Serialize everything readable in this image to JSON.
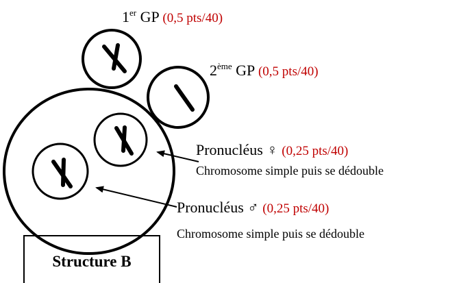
{
  "labels": {
    "gp1_num": "1",
    "gp1_sup": "er",
    "gp1_text": " GP ",
    "gp1_pts": "(0,5 pts/40)",
    "gp2_num": "2",
    "gp2_sup": "ème",
    "gp2_text": " GP ",
    "gp2_pts": "(0,5 pts/40)",
    "pronuc_female": "Pronucléus ♀ ",
    "pronuc_female_pts": "(0,25 pts/40)",
    "pronuc_female_desc": "Chromosome simple puis se dédouble",
    "pronuc_male": "Pronucléus ♂ ",
    "pronuc_male_pts": "(0,25 pts/40)",
    "pronuc_male_desc": "Chromosome simple puis se dédouble",
    "structure": "Structure B"
  },
  "colors": {
    "points": "#c00000",
    "ink": "#000000"
  }
}
